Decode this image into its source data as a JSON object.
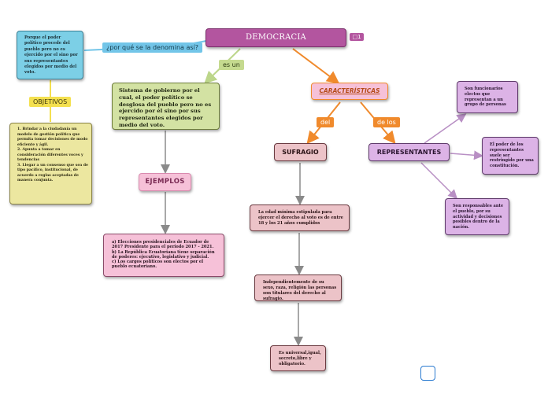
{
  "root": {
    "title": "DEMOCRACIA REPRESENTATIVA",
    "comment_count": "1"
  },
  "labels": {
    "porque": "¿por qué se la denomina así?",
    "es_un": "es un",
    "objetivos": "OBJETIVOS",
    "del": "del",
    "de_los": "de los"
  },
  "nodes": {
    "porque_text": "Porque el poder político procede del pueblo pero no es ejercido por el sino por sus representantes elegidos por medio del voto.",
    "definicion": "Sistema de gobierno por el cual, el poder político se desglosa del pueblo pero no es ejercido por él sino por sus representantes elegidos por medio del voto.",
    "objetivos_list": [
      "1. Brindar a la ciudadanía un modelo de gestión política que permita tomar decisiones de modo eficiente y ágil.",
      "2. Apunta a tomar en consideración diferentes voces y tendencias",
      "3. Llegar a un consenso que sea de tipo pacífico, institucional, de acuerdo a reglas aceptadas de manera conjunta."
    ],
    "ejemplos": "EJEMPLOS",
    "ejemplos_list": [
      "a) Elecciones presidenciales de Ecuador de 2017 Presidente para el periodo 2017 - 2021.",
      "b) La República Ecuatoriana tiene separación de poderes: ejecutivo, legislativo y judicial.",
      "c) Los cargos políticos son electos por el pueblo ecuatoriano."
    ],
    "caracteristicas": "CARACTERÍSTICAS",
    "sufragio": "SUFRAGIO",
    "representantes": "REPRESENTANTES",
    "suf_1": "La edad mínima estipulada para ejercer el derecho al voto es de entre 18 y los 21 años cumplidos",
    "suf_2": "Independientemente de su sexo, raza, religión las personas son titulares del derecho al sufragio.",
    "suf_3": "Es universal,igual, secreto,libre y obligatorio.",
    "rep_1": "Son funcionarios electos que representan a un grupo de personas",
    "rep_2": "El poder de los representantes suele ser restringido por una constitución.",
    "rep_3": "Son responsables ante el pueblo, por su actividad y decisiones posibles dentro de la nación."
  },
  "colors": {
    "root_bg": "#b3559f",
    "blue": "#7ccfe6",
    "green": "#d3e2a3",
    "yellow": "#ece7a0",
    "pink": "#f6c1d8",
    "rose": "#ecc3c8",
    "lilac": "#dcb3e6",
    "orange": "#f08a2c",
    "label_blue": "#72c5e8",
    "label_green": "#c5da8f",
    "label_yellow": "#f4e04f"
  }
}
